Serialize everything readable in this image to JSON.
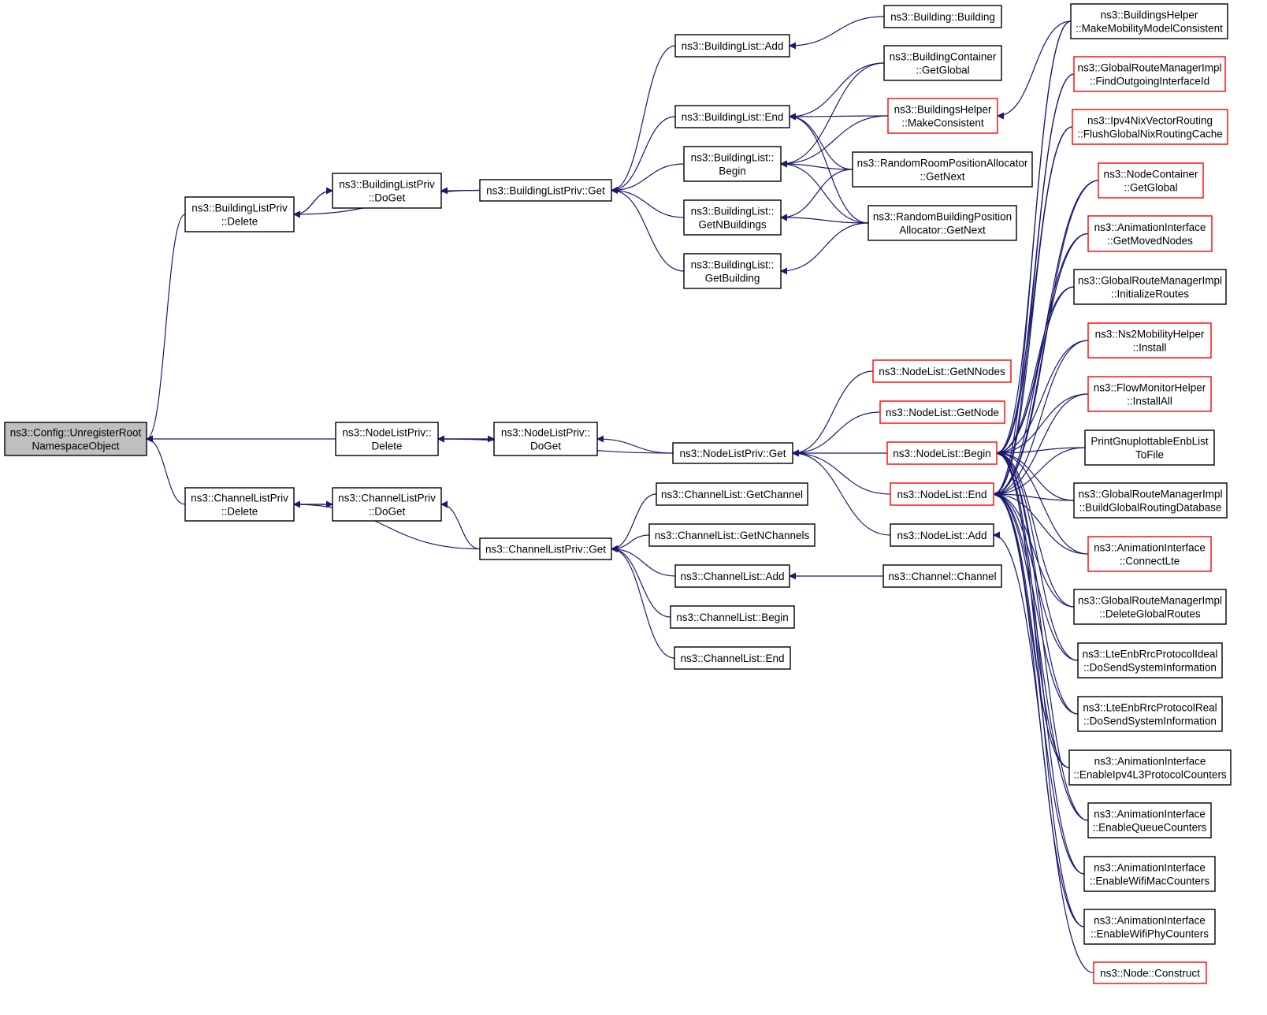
{
  "colors": {
    "edge": "#191970",
    "border_default": "#000000",
    "border_undocumented": "#ff0000",
    "fill_focus": "#bfbfbf",
    "fill_default": "#ffffff"
  },
  "nodes": [
    {
      "id": "root",
      "lines": [
        "ns3::Config::UnregisterRoot",
        "NamespaceObject"
      ],
      "style": "focus"
    },
    {
      "id": "blp_delete",
      "lines": [
        "ns3::BuildingListPriv",
        "::Delete"
      ],
      "style": "default"
    },
    {
      "id": "blp_doget",
      "lines": [
        "ns3::BuildingListPriv",
        "::DoGet"
      ],
      "style": "default"
    },
    {
      "id": "blp_get",
      "lines": [
        "ns3::BuildingListPriv::Get"
      ],
      "style": "default"
    },
    {
      "id": "bl_add",
      "lines": [
        "ns3::BuildingList::Add"
      ],
      "style": "default"
    },
    {
      "id": "bl_end",
      "lines": [
        "ns3::BuildingList::End"
      ],
      "style": "default"
    },
    {
      "id": "bl_begin",
      "lines": [
        "ns3::BuildingList::",
        "Begin"
      ],
      "style": "default"
    },
    {
      "id": "bl_getn",
      "lines": [
        "ns3::BuildingList::",
        "GetNBuildings"
      ],
      "style": "default"
    },
    {
      "id": "bl_getb",
      "lines": [
        "ns3::BuildingList::",
        "GetBuilding"
      ],
      "style": "default"
    },
    {
      "id": "building_ctor",
      "lines": [
        "ns3::Building::Building"
      ],
      "style": "default"
    },
    {
      "id": "bc_getglobal",
      "lines": [
        "ns3::BuildingContainer",
        "::GetGlobal"
      ],
      "style": "default"
    },
    {
      "id": "bh_makeconsistent",
      "lines": [
        "ns3::BuildingsHelper",
        "::MakeConsistent"
      ],
      "style": "red"
    },
    {
      "id": "rrpa_getnext",
      "lines": [
        "ns3::RandomRoomPositionAllocator",
        "::GetNext"
      ],
      "style": "default"
    },
    {
      "id": "rbpa_getnext",
      "lines": [
        "ns3::RandomBuildingPosition",
        "Allocator::GetNext"
      ],
      "style": "default"
    },
    {
      "id": "nlp_delete",
      "lines": [
        "ns3::NodeListPriv::",
        "Delete"
      ],
      "style": "default"
    },
    {
      "id": "nlp_doget",
      "lines": [
        "ns3::NodeListPriv::",
        "DoGet"
      ],
      "style": "default"
    },
    {
      "id": "nlp_get",
      "lines": [
        "ns3::NodeListPriv::Get"
      ],
      "style": "default"
    },
    {
      "id": "nl_getnnodes",
      "lines": [
        "ns3::NodeList::GetNNodes"
      ],
      "style": "red"
    },
    {
      "id": "nl_getnode",
      "lines": [
        "ns3::NodeList::GetNode"
      ],
      "style": "red"
    },
    {
      "id": "nl_begin",
      "lines": [
        "ns3::NodeList::Begin"
      ],
      "style": "red"
    },
    {
      "id": "nl_end",
      "lines": [
        "ns3::NodeList::End"
      ],
      "style": "red"
    },
    {
      "id": "nl_add",
      "lines": [
        "ns3::NodeList::Add"
      ],
      "style": "default"
    },
    {
      "id": "clp_delete",
      "lines": [
        "ns3::ChannelListPriv",
        "::Delete"
      ],
      "style": "default"
    },
    {
      "id": "clp_doget",
      "lines": [
        "ns3::ChannelListPriv",
        "::DoGet"
      ],
      "style": "default"
    },
    {
      "id": "clp_get",
      "lines": [
        "ns3::ChannelListPriv::Get"
      ],
      "style": "default"
    },
    {
      "id": "cl_getchannel",
      "lines": [
        "ns3::ChannelList::GetChannel"
      ],
      "style": "default"
    },
    {
      "id": "cl_getnchannels",
      "lines": [
        "ns3::ChannelList::GetNChannels"
      ],
      "style": "default"
    },
    {
      "id": "cl_add",
      "lines": [
        "ns3::ChannelList::Add"
      ],
      "style": "default"
    },
    {
      "id": "cl_begin",
      "lines": [
        "ns3::ChannelList::Begin"
      ],
      "style": "default"
    },
    {
      "id": "cl_end",
      "lines": [
        "ns3::ChannelList::End"
      ],
      "style": "default"
    },
    {
      "id": "channel_ctor",
      "lines": [
        "ns3::Channel::Channel"
      ],
      "style": "default"
    },
    {
      "id": "bh_mmmc",
      "lines": [
        "ns3::BuildingsHelper",
        "::MakeMobilityModelConsistent"
      ],
      "style": "default"
    },
    {
      "id": "grm_foii",
      "lines": [
        "ns3::GlobalRouteManagerImpl",
        "::FindOutgoingInterfaceId"
      ],
      "style": "red"
    },
    {
      "id": "nix_flush",
      "lines": [
        "ns3::Ipv4NixVectorRouting",
        "::FlushGlobalNixRoutingCache"
      ],
      "style": "red"
    },
    {
      "id": "nc_getglobal",
      "lines": [
        "ns3::NodeContainer",
        "::GetGlobal"
      ],
      "style": "red"
    },
    {
      "id": "ai_getmoved",
      "lines": [
        "ns3::AnimationInterface",
        "::GetMovedNodes"
      ],
      "style": "red"
    },
    {
      "id": "grm_initroutes",
      "lines": [
        "ns3::GlobalRouteManagerImpl",
        "::InitializeRoutes"
      ],
      "style": "default"
    },
    {
      "id": "ns2_install",
      "lines": [
        "ns3::Ns2MobilityHelper",
        "::Install"
      ],
      "style": "red"
    },
    {
      "id": "fm_installall",
      "lines": [
        "ns3::FlowMonitorHelper",
        "::InstallAll"
      ],
      "style": "red"
    },
    {
      "id": "print_enb",
      "lines": [
        "PrintGnuplottableEnbList",
        "ToFile"
      ],
      "style": "default"
    },
    {
      "id": "grm_build",
      "lines": [
        "ns3::GlobalRouteManagerImpl",
        "::BuildGlobalRoutingDatabase"
      ],
      "style": "default"
    },
    {
      "id": "ai_connectlte",
      "lines": [
        "ns3::AnimationInterface",
        "::ConnectLte"
      ],
      "style": "red"
    },
    {
      "id": "grm_delete",
      "lines": [
        "ns3::GlobalRouteManagerImpl",
        "::DeleteGlobalRoutes"
      ],
      "style": "default"
    },
    {
      "id": "lte_ideal",
      "lines": [
        "ns3::LteEnbRrcProtocolIdeal",
        "::DoSendSystemInformation"
      ],
      "style": "default"
    },
    {
      "id": "lte_real",
      "lines": [
        "ns3::LteEnbRrcProtocolReal",
        "::DoSendSystemInformation"
      ],
      "style": "default"
    },
    {
      "id": "ai_ipv4",
      "lines": [
        "ns3::AnimationInterface",
        "::EnableIpv4L3ProtocolCounters"
      ],
      "style": "default"
    },
    {
      "id": "ai_queue",
      "lines": [
        "ns3::AnimationInterface",
        "::EnableQueueCounters"
      ],
      "style": "default"
    },
    {
      "id": "ai_wifimac",
      "lines": [
        "ns3::AnimationInterface",
        "::EnableWifiMacCounters"
      ],
      "style": "default"
    },
    {
      "id": "ai_wifiphy",
      "lines": [
        "ns3::AnimationInterface",
        "::EnableWifiPhyCounters"
      ],
      "style": "default"
    },
    {
      "id": "node_construct",
      "lines": [
        "ns3::Node::Construct"
      ],
      "style": "red"
    }
  ],
  "edges": [
    [
      "blp_delete",
      "root"
    ],
    [
      "nlp_delete",
      "root"
    ],
    [
      "clp_delete",
      "root"
    ],
    [
      "blp_doget",
      "blp_delete"
    ],
    [
      "blp_delete",
      "blp_doget"
    ],
    [
      "blp_get",
      "blp_doget"
    ],
    [
      "blp_get",
      "blp_delete"
    ],
    [
      "bl_add",
      "blp_get"
    ],
    [
      "bl_end",
      "blp_get"
    ],
    [
      "bl_begin",
      "blp_get"
    ],
    [
      "bl_getn",
      "blp_get"
    ],
    [
      "bl_getb",
      "blp_get"
    ],
    [
      "building_ctor",
      "bl_add"
    ],
    [
      "bc_getglobal",
      "bl_end"
    ],
    [
      "bh_makeconsistent",
      "bl_end"
    ],
    [
      "rrpa_getnext",
      "bl_end"
    ],
    [
      "rbpa_getnext",
      "bl_end"
    ],
    [
      "bc_getglobal",
      "bl_begin"
    ],
    [
      "bh_makeconsistent",
      "bl_begin"
    ],
    [
      "rrpa_getnext",
      "bl_begin"
    ],
    [
      "rbpa_getnext",
      "bl_begin"
    ],
    [
      "rrpa_getnext",
      "bl_getn"
    ],
    [
      "rbpa_getnext",
      "bl_getn"
    ],
    [
      "rbpa_getnext",
      "bl_getb"
    ],
    [
      "bh_mmmc",
      "bh_makeconsistent"
    ],
    [
      "nlp_doget",
      "nlp_delete"
    ],
    [
      "nlp_delete",
      "nlp_doget"
    ],
    [
      "nlp_get",
      "nlp_doget"
    ],
    [
      "nlp_get",
      "nlp_delete"
    ],
    [
      "nl_getnnodes",
      "nlp_get"
    ],
    [
      "nl_getnode",
      "nlp_get"
    ],
    [
      "nl_begin",
      "nlp_get"
    ],
    [
      "nl_end",
      "nlp_get"
    ],
    [
      "nl_add",
      "nlp_get"
    ],
    [
      "bh_mmmc",
      "nl_begin"
    ],
    [
      "grm_foii",
      "nl_begin"
    ],
    [
      "nix_flush",
      "nl_begin"
    ],
    [
      "nc_getglobal",
      "nl_begin"
    ],
    [
      "ai_getmoved",
      "nl_begin"
    ],
    [
      "grm_initroutes",
      "nl_begin"
    ],
    [
      "ns2_install",
      "nl_begin"
    ],
    [
      "fm_installall",
      "nl_begin"
    ],
    [
      "print_enb",
      "nl_begin"
    ],
    [
      "grm_build",
      "nl_begin"
    ],
    [
      "ai_connectlte",
      "nl_begin"
    ],
    [
      "grm_delete",
      "nl_begin"
    ],
    [
      "lte_ideal",
      "nl_begin"
    ],
    [
      "lte_real",
      "nl_begin"
    ],
    [
      "ai_ipv4",
      "nl_begin"
    ],
    [
      "ai_queue",
      "nl_begin"
    ],
    [
      "ai_wifimac",
      "nl_begin"
    ],
    [
      "ai_wifiphy",
      "nl_begin"
    ],
    [
      "bh_mmmc",
      "nl_end"
    ],
    [
      "grm_foii",
      "nl_end"
    ],
    [
      "nix_flush",
      "nl_end"
    ],
    [
      "nc_getglobal",
      "nl_end"
    ],
    [
      "ai_getmoved",
      "nl_end"
    ],
    [
      "grm_initroutes",
      "nl_end"
    ],
    [
      "ns2_install",
      "nl_end"
    ],
    [
      "fm_installall",
      "nl_end"
    ],
    [
      "print_enb",
      "nl_end"
    ],
    [
      "grm_build",
      "nl_end"
    ],
    [
      "ai_connectlte",
      "nl_end"
    ],
    [
      "grm_delete",
      "nl_end"
    ],
    [
      "lte_ideal",
      "nl_end"
    ],
    [
      "lte_real",
      "nl_end"
    ],
    [
      "ai_ipv4",
      "nl_end"
    ],
    [
      "ai_queue",
      "nl_end"
    ],
    [
      "ai_wifimac",
      "nl_end"
    ],
    [
      "ai_wifiphy",
      "nl_end"
    ],
    [
      "node_construct",
      "nl_add"
    ],
    [
      "clp_doget",
      "clp_delete"
    ],
    [
      "clp_delete",
      "clp_doget"
    ],
    [
      "clp_get",
      "clp_doget"
    ],
    [
      "clp_get",
      "clp_delete"
    ],
    [
      "cl_getchannel",
      "clp_get"
    ],
    [
      "cl_getnchannels",
      "clp_get"
    ],
    [
      "cl_add",
      "clp_get"
    ],
    [
      "cl_begin",
      "clp_get"
    ],
    [
      "cl_end",
      "clp_get"
    ],
    [
      "channel_ctor",
      "cl_add"
    ]
  ]
}
